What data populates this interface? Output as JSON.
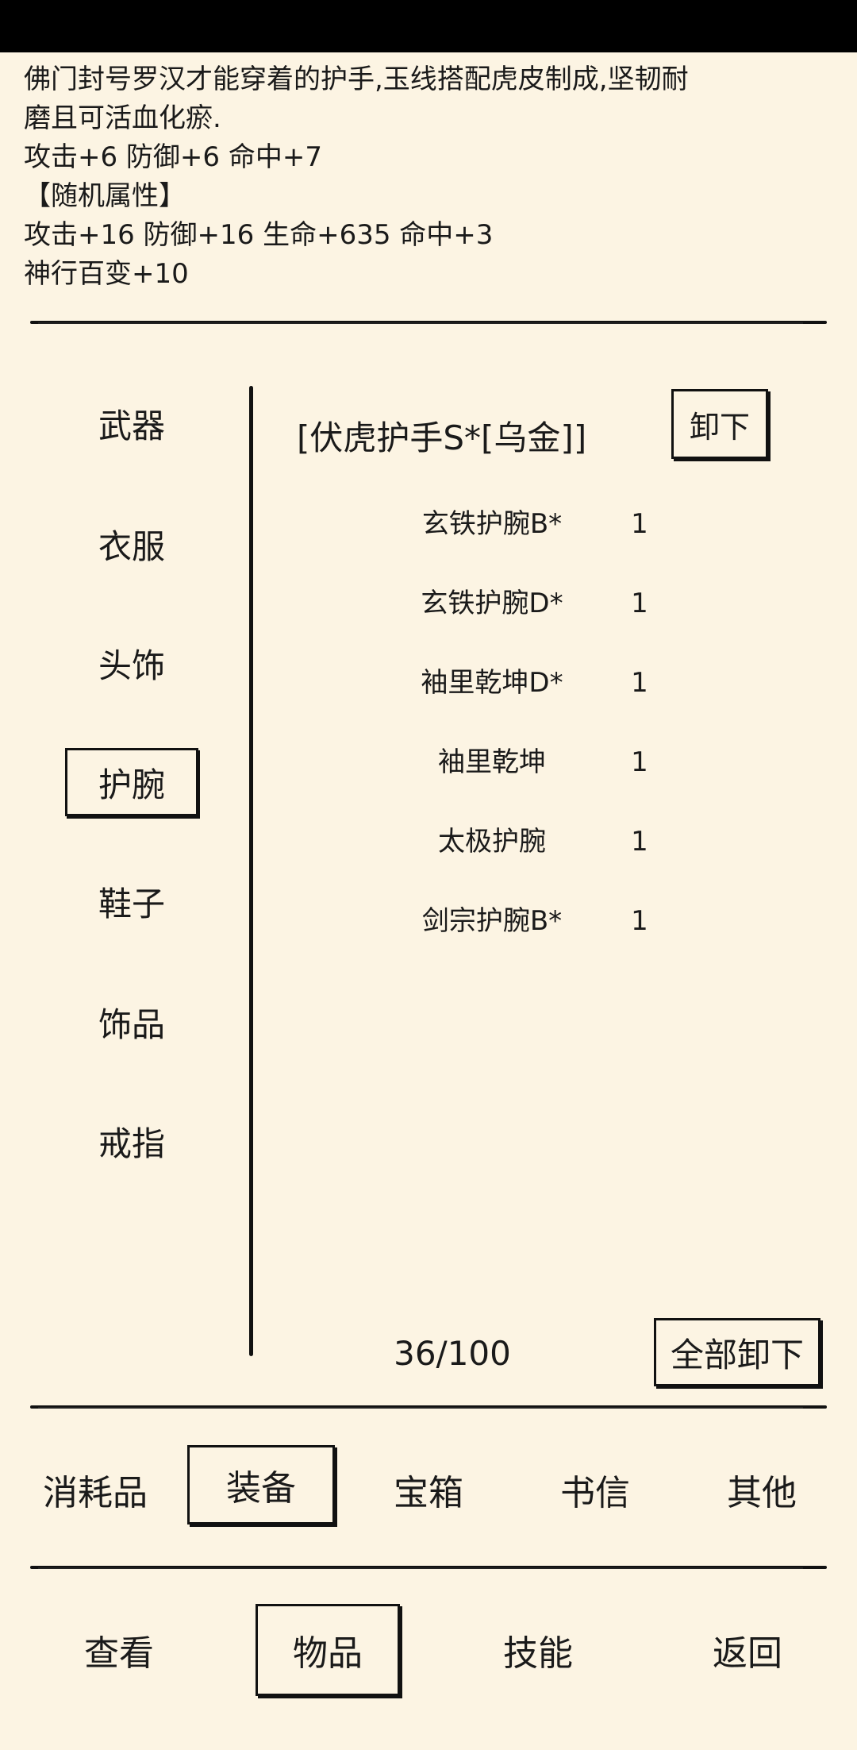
{
  "item_description": {
    "lines": [
      "佛门封号罗汉才能穿着的护手,玉线搭配虎皮制成,坚韧耐",
      "磨且可活血化瘀.",
      "攻击+6 防御+6 命中+7",
      "【随机属性】",
      "攻击+16 防御+16 生命+635 命中+3",
      "神行百变+10"
    ]
  },
  "categories": [
    {
      "label": "武器",
      "selected": false
    },
    {
      "label": "衣服",
      "selected": false
    },
    {
      "label": "头饰",
      "selected": false
    },
    {
      "label": "护腕",
      "selected": true
    },
    {
      "label": "鞋子",
      "selected": false
    },
    {
      "label": "饰品",
      "selected": false
    },
    {
      "label": "戒指",
      "selected": false
    }
  ],
  "equipped": {
    "name": "[伏虎护手S*[乌金]]",
    "unequip_label": "卸下"
  },
  "inventory": [
    {
      "name": "玄铁护腕B*",
      "qty": "1"
    },
    {
      "name": "玄铁护腕D*",
      "qty": "1"
    },
    {
      "name": "袖里乾坤D*",
      "qty": "1"
    },
    {
      "name": "袖里乾坤",
      "qty": "1"
    },
    {
      "name": "太极护腕",
      "qty": "1"
    },
    {
      "name": "剑宗护腕B*",
      "qty": "1"
    }
  ],
  "capacity": "36/100",
  "unequip_all_label": "全部卸下",
  "item_tabs": [
    {
      "label": "消耗品",
      "selected": false
    },
    {
      "label": "装备",
      "selected": true
    },
    {
      "label": "宝箱",
      "selected": false
    },
    {
      "label": "书信",
      "selected": false
    },
    {
      "label": "其他",
      "selected": false
    }
  ],
  "main_tabs": [
    {
      "label": "查看",
      "selected": false
    },
    {
      "label": "物品",
      "selected": true
    },
    {
      "label": "技能",
      "selected": false
    },
    {
      "label": "返回",
      "selected": false
    }
  ]
}
